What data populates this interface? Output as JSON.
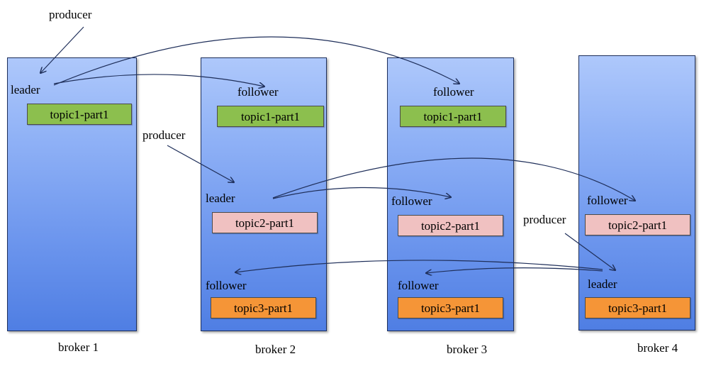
{
  "colors": {
    "broker_top": "#aec8fb",
    "broker_bottom": "#4f7ee3",
    "broker_border": "#1d2f5c",
    "topic1": "#8cbf4e",
    "topic2": "#f0c1c1",
    "topic3": "#f59537",
    "arrow": "#1f2f5a"
  },
  "brokers": [
    {
      "name": "broker 1",
      "role1": "leader",
      "topic1": "topic1-part1"
    },
    {
      "name": "broker 2",
      "role1": "follower",
      "topic1": "topic1-part1",
      "role2": "leader",
      "topic2": "topic2-part1",
      "role3": "follower",
      "topic3": "topic3-part1"
    },
    {
      "name": "broker 3",
      "role1": "follower",
      "topic1": "topic1-part1",
      "role2": "follower",
      "topic2": "topic2-part1",
      "role3": "follower",
      "topic3": "topic3-part1"
    },
    {
      "name": "broker 4",
      "role2": "follower",
      "topic2": "topic2-part1",
      "role3": "leader",
      "topic3": "topic3-part1"
    }
  ],
  "producers": [
    "producer",
    "producer",
    "producer"
  ]
}
